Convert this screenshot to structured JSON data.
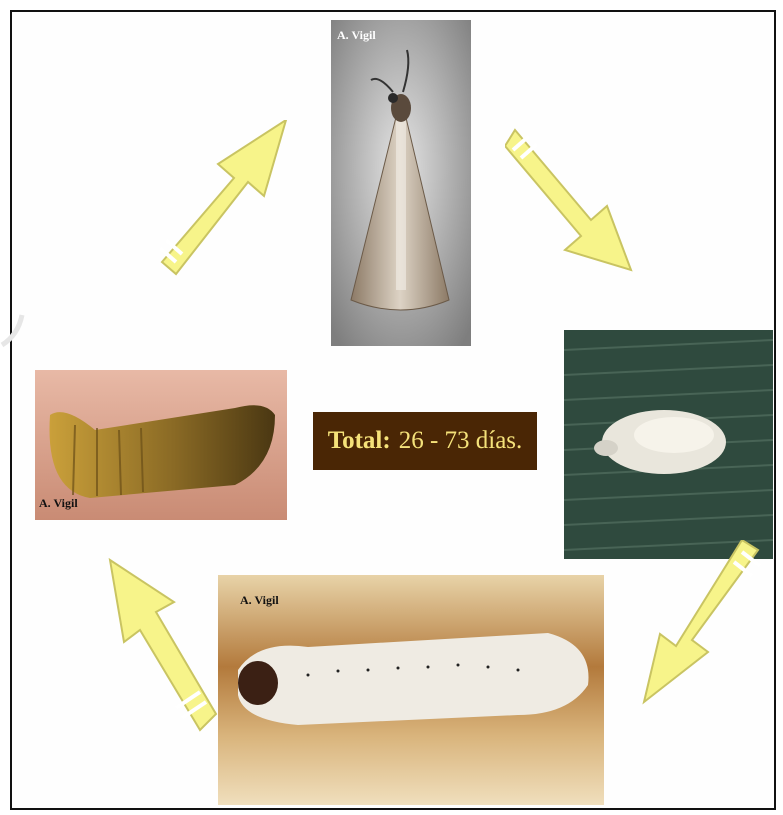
{
  "photos": {
    "adult": {
      "credit": "A. Vigil"
    },
    "pupa": {
      "credit": "A. Vigil"
    },
    "larva": {
      "credit": "A. Vigil"
    }
  },
  "total": {
    "label": "Total:",
    "value": "26 - 73 días."
  },
  "colors": {
    "arrow_fill": "#f7f48a",
    "arrow_stroke": "#c9c462",
    "total_bg": "#4a2605",
    "total_text": "#f5e27a"
  }
}
